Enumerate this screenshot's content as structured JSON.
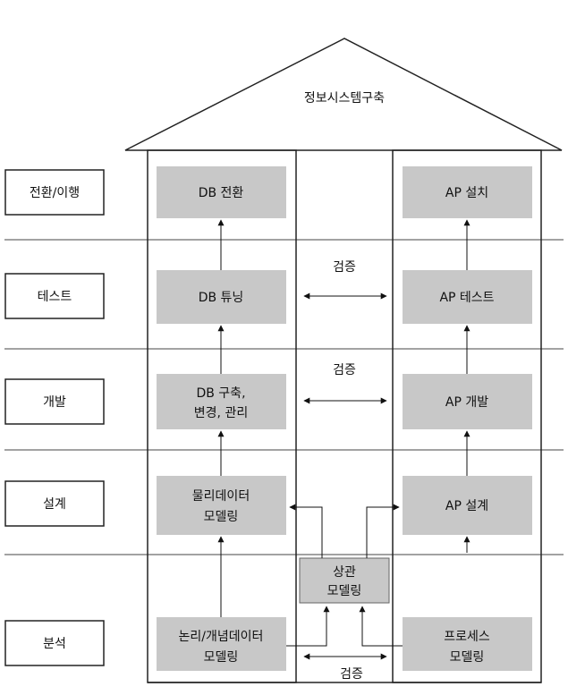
{
  "title": "정보시스템구축",
  "phases": {
    "transition": "전환/이행",
    "test": "테스트",
    "development": "개발",
    "design": "설계",
    "analysis": "분석"
  },
  "db_column": {
    "db_conversion": "DB 전환",
    "db_tuning": "DB 튜닝",
    "db_build_line1": "DB 구축,",
    "db_build_line2": "변경, 관리",
    "physical_line1": "물리데이터",
    "physical_line2": "모델링",
    "logical_line1": "논리/개념데이터",
    "logical_line2": "모델링"
  },
  "ap_column": {
    "ap_install": "AP 설치",
    "ap_test": "AP 테스트",
    "ap_dev": "AP 개발",
    "ap_design": "AP 설계",
    "process_line1": "프로세스",
    "process_line2": "모델링"
  },
  "correlation_line1": "상관",
  "correlation_line2": "모델링",
  "verify_test": "검증",
  "verify_dev": "검증",
  "verify_analysis": "검증"
}
